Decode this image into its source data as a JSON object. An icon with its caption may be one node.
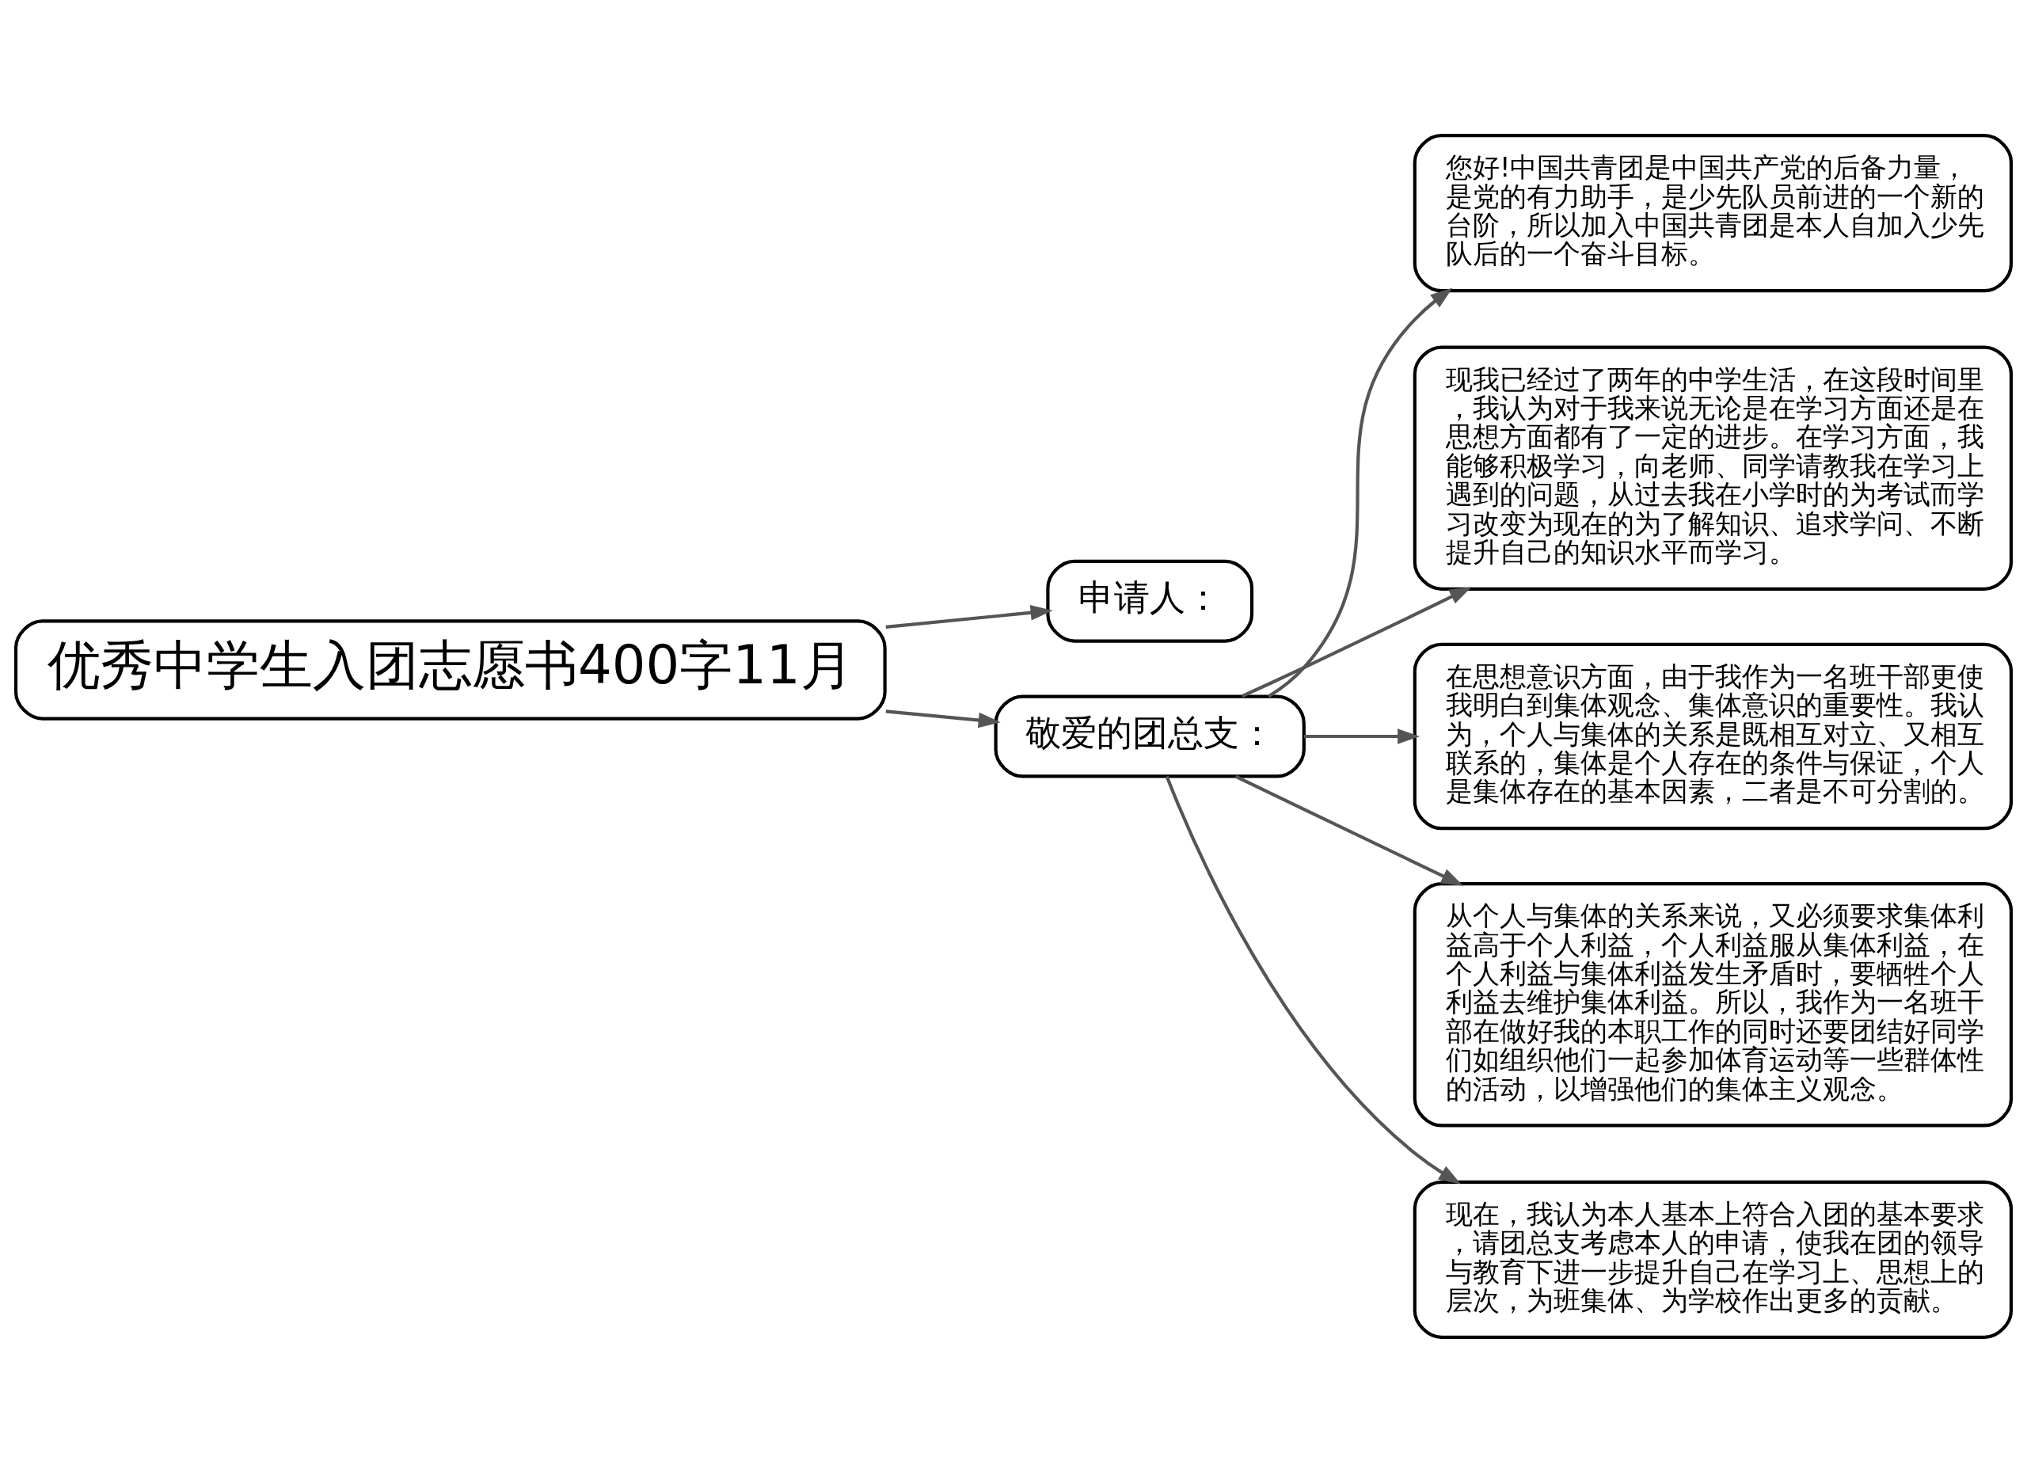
{
  "diagram": {
    "nodes": [
      {
        "text": [
          "优秀中学生入团志愿书400字11月"
        ]
      },
      {
        "text": [
          "申请人："
        ]
      },
      {
        "text": [
          "敬爱的团总支："
        ]
      },
      {
        "text": [
          "您好!中国共青团是中国共产党的后备力量，是党的有力助手，是少先队员前进的一个新的台阶，所以加入中国共青团是本人自加入少先队后的一个奋斗目标。"
        ]
      },
      {
        "text": [
          "现我已经过了两年的中学生活，在这段时间里，我认为对于我来说无论是在学习方面还是在思想方面都有了一定的进步。在学习方面，我能够积极学习，向老师、同学请教我在学习上遇到的问题，从过去我在小学时的为考试而学习改变为现在的为了解知识、追求学问、不断提升自己的知识水平而学习。"
        ]
      },
      {
        "text": [
          "在思想意识方面，由于我作为一名班干部更使我明白到集体观念、集体意识的重要性。我认为，个人与集体的关系是既相互对立、又相互联系的，集体是个人存在的条件与保证，个人是集体存在的基本因素，二者是不可分割的。"
        ]
      },
      {
        "text": [
          "从个人与集体的关系来说，又必须要求集体利益高于个人利益，个人利益服从集体利益，在个人利益与集体利益发生矛盾时，要牺牲个人利益去维护集体利益。所以，我作为一名班干部在做好我的本职工作的同时还要团结好同学们如组织他们一起参加体育运动等一些群体性的活动，以增强他们的集体主义观念。"
        ]
      },
      {
        "text": [
          "现在，我认为本人基本上符合入团的基本要求，请团总支考虑本人的申请，使我在团的领导与教育下进一步提升自己在学习上、思想上的层次，为班集体、为学校作出更多的贡献。"
        ]
      }
    ],
    "edges": [
      {
        "from": 0,
        "to": 1,
        "arrow": "to"
      },
      {
        "from": 0,
        "to": 2,
        "arrow": "to"
      },
      {
        "from": 2,
        "to": 3,
        "arrow": "to"
      },
      {
        "from": 2,
        "to": 4,
        "arrow": "to"
      },
      {
        "from": 2,
        "to": 5,
        "arrow": "to"
      },
      {
        "from": 2,
        "to": 6,
        "arrow": "to"
      },
      {
        "from": 2,
        "to": 7,
        "arrow": "to"
      }
    ]
  }
}
